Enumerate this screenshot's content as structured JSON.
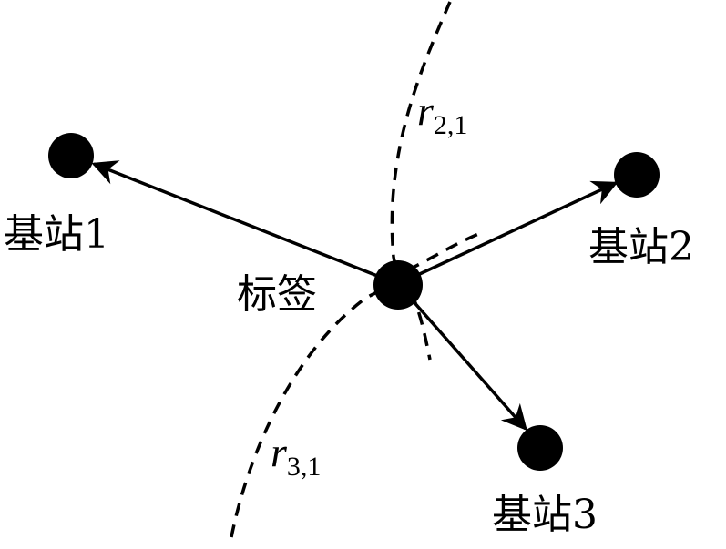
{
  "labels": {
    "tag": "标签",
    "station1": "基站1",
    "station2": "基站2",
    "station3": "基站3"
  },
  "radii": {
    "r21": {
      "symbol": "r",
      "subscript": "2,1"
    },
    "r31": {
      "symbol": "r",
      "subscript": "3,1"
    }
  },
  "colors": {
    "ink": "#000000",
    "background": "#ffffff"
  }
}
